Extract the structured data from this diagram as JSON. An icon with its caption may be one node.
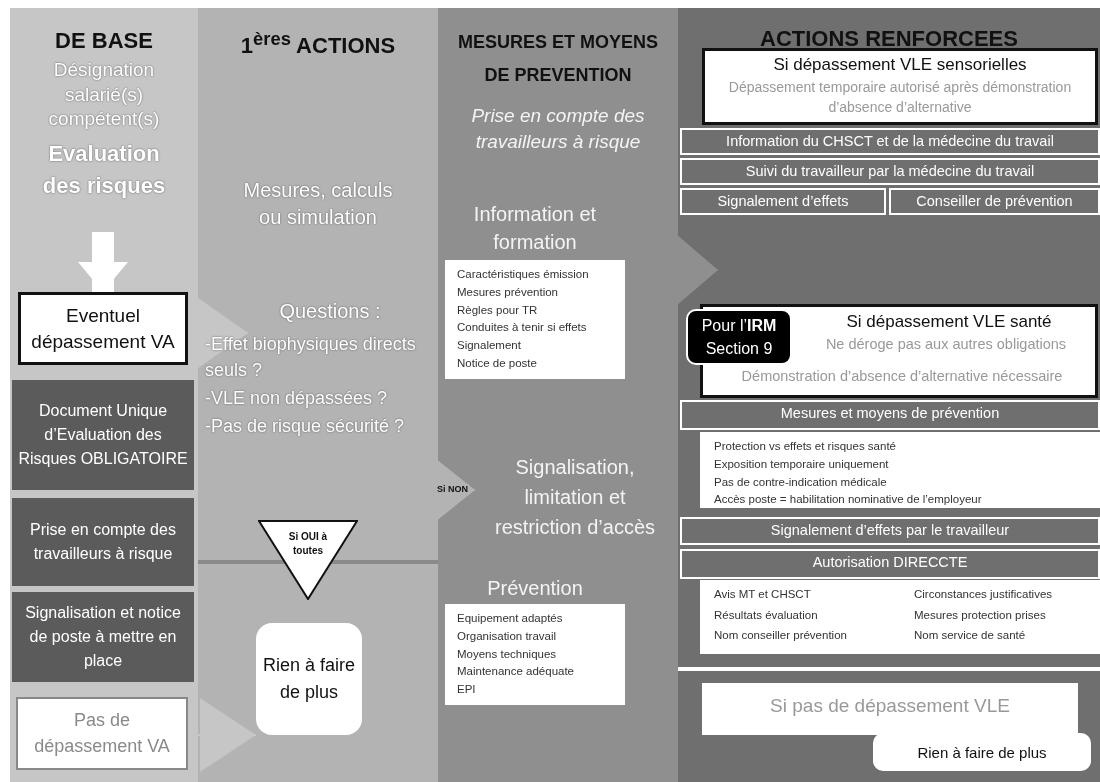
{
  "diagram": {
    "nodes": [
      {
        "text": [
          "DE BASE",
          "Désignation salarié(s) compétent(s)",
          "Evaluation des risques"
        ]
      },
      {
        "text": [
          "Eventuel dépassement VA"
        ],
        "in": 0
      },
      {
        "text": [
          "Document Unique d’Evaluation des Risques OBLIGATOIRE"
        ],
        "in": 0
      },
      {
        "text": [
          "Prise en compte des travailleurs à risque"
        ],
        "in": 0
      },
      {
        "text": [
          "Signalisation et notice de poste à mettre en place"
        ],
        "in": 0
      },
      {
        "text": [
          "Pas de dépassement VA"
        ],
        "in": 0
      },
      {
        "text": [
          "1$^{ères}$ ACTIONS",
          "Mesures, calculs ou simulation"
        ]
      },
      {
        "text": [
          "Questions :",
          "-Effet biophysiques directs seuls ?",
          "-VLE non dépassées ?",
          "-Pas de risque sécurité ?"
        ],
        "in": 6
      },
      {
        "text": [
          "Si OUI à toutes"
        ],
        "in": 6
      },
      {
        "text": [
          "Rien à faire de plus"
        ],
        "in": 6
      },
      {
        "text": [
          "MESURES ET MOYENS DE PREVENTION",
          "Prise en compte des travailleurs à risque"
        ]
      },
      {
        "text": [
          "Information et formation",
          "Caractéristiques émission",
          "Mesures prévention",
          "Règles pour TR",
          "Conduites à tenir si effets",
          "Signalement",
          "Notice de poste"
        ],
        "in": 10
      },
      {
        "text": [
          "Signalisation, limitation et restriction d’accès"
        ],
        "in": 10
      },
      {
        "text": [
          "Prévention",
          "Equipement adaptés",
          "Organisation travail",
          "Moyens techniques",
          "Maintenance adéquate",
          "EPI"
        ],
        "in": 10
      },
      {
        "text": [
          "ACTIONS RENFORCEES"
        ]
      },
      {
        "text": [
          "Si dépassement VLE sensorielles",
          "Dépassement temporaire autorisé après démonstration d’absence d’alternative"
        ],
        "in": 14
      },
      {
        "text": [
          "Information du CHSCT et de la médecine du travail"
        ],
        "in": 14
      },
      {
        "text": [
          "Suivi du travailleur par la médecine du travail"
        ],
        "in": 14
      },
      {
        "text": [
          "Signalement d’effets"
        ],
        "in": 14
      },
      {
        "text": [
          "Conseiller de prévention"
        ],
        "in": 14
      },
      {
        "text": [
          "Si dépassement VLE santé",
          "Ne déroge pas aux autres obligations",
          "Démonstration d’absence d’alternative nécessaire"
        ],
        "in": 14
      },
      {
        "text": [
          "Pour l’**IRM** Section 9"
        ],
        "in": 20
      },
      {
        "text": [
          "Mesures et moyens de prévention"
        ],
        "in": 14
      },
      {
        "text": [
          "Protection vs effets et risques santé",
          "Exposition temporaire uniquement",
          "Pas de contre-indication médicale",
          "Accès poste = habilitation nominative de l’employeur"
        ],
        "in": 14
      },
      {
        "text": [
          "Signalement d’effets par le travailleur"
        ],
        "in": 14
      },
      {
        "text": [
          "Autorisation DIRECCTE"
        ],
        "in": 14
      },
      {
        "text": [
          "Avis MT et CHSCT",
          "Circonstances justificatives",
          "Résultats évaluation",
          "Mesures protection prises",
          "Nom conseiller prévention",
          "Nom service de santé"
        ],
        "in": 14
      },
      {
        "text": [
          "Si pas de dépassement VLE"
        ],
        "in": 14
      },
      {
        "text": [
          "Rien à faire de plus"
        ],
        "in": 14
      }
    ],
    "edges": [
      {
        "from": null,
        "to": 1,
        "arrow": "to",
        "style": "thick",
        "color": "#ffffff"
      },
      {
        "from": 1,
        "to": 7,
        "arrow": "to",
        "color": "#c6c6c6"
      },
      {
        "from": 5,
        "to": 9,
        "arrow": "to",
        "color": "#c6c6c6"
      },
      {
        "from": 7,
        "to": 12,
        "arrow": "to",
        "label": "Si NON",
        "color": "#b3b3b3"
      },
      {
        "from": 10,
        "to": 14,
        "arrow": "to",
        "color": "#8f8f8f"
      }
    ]
  }
}
